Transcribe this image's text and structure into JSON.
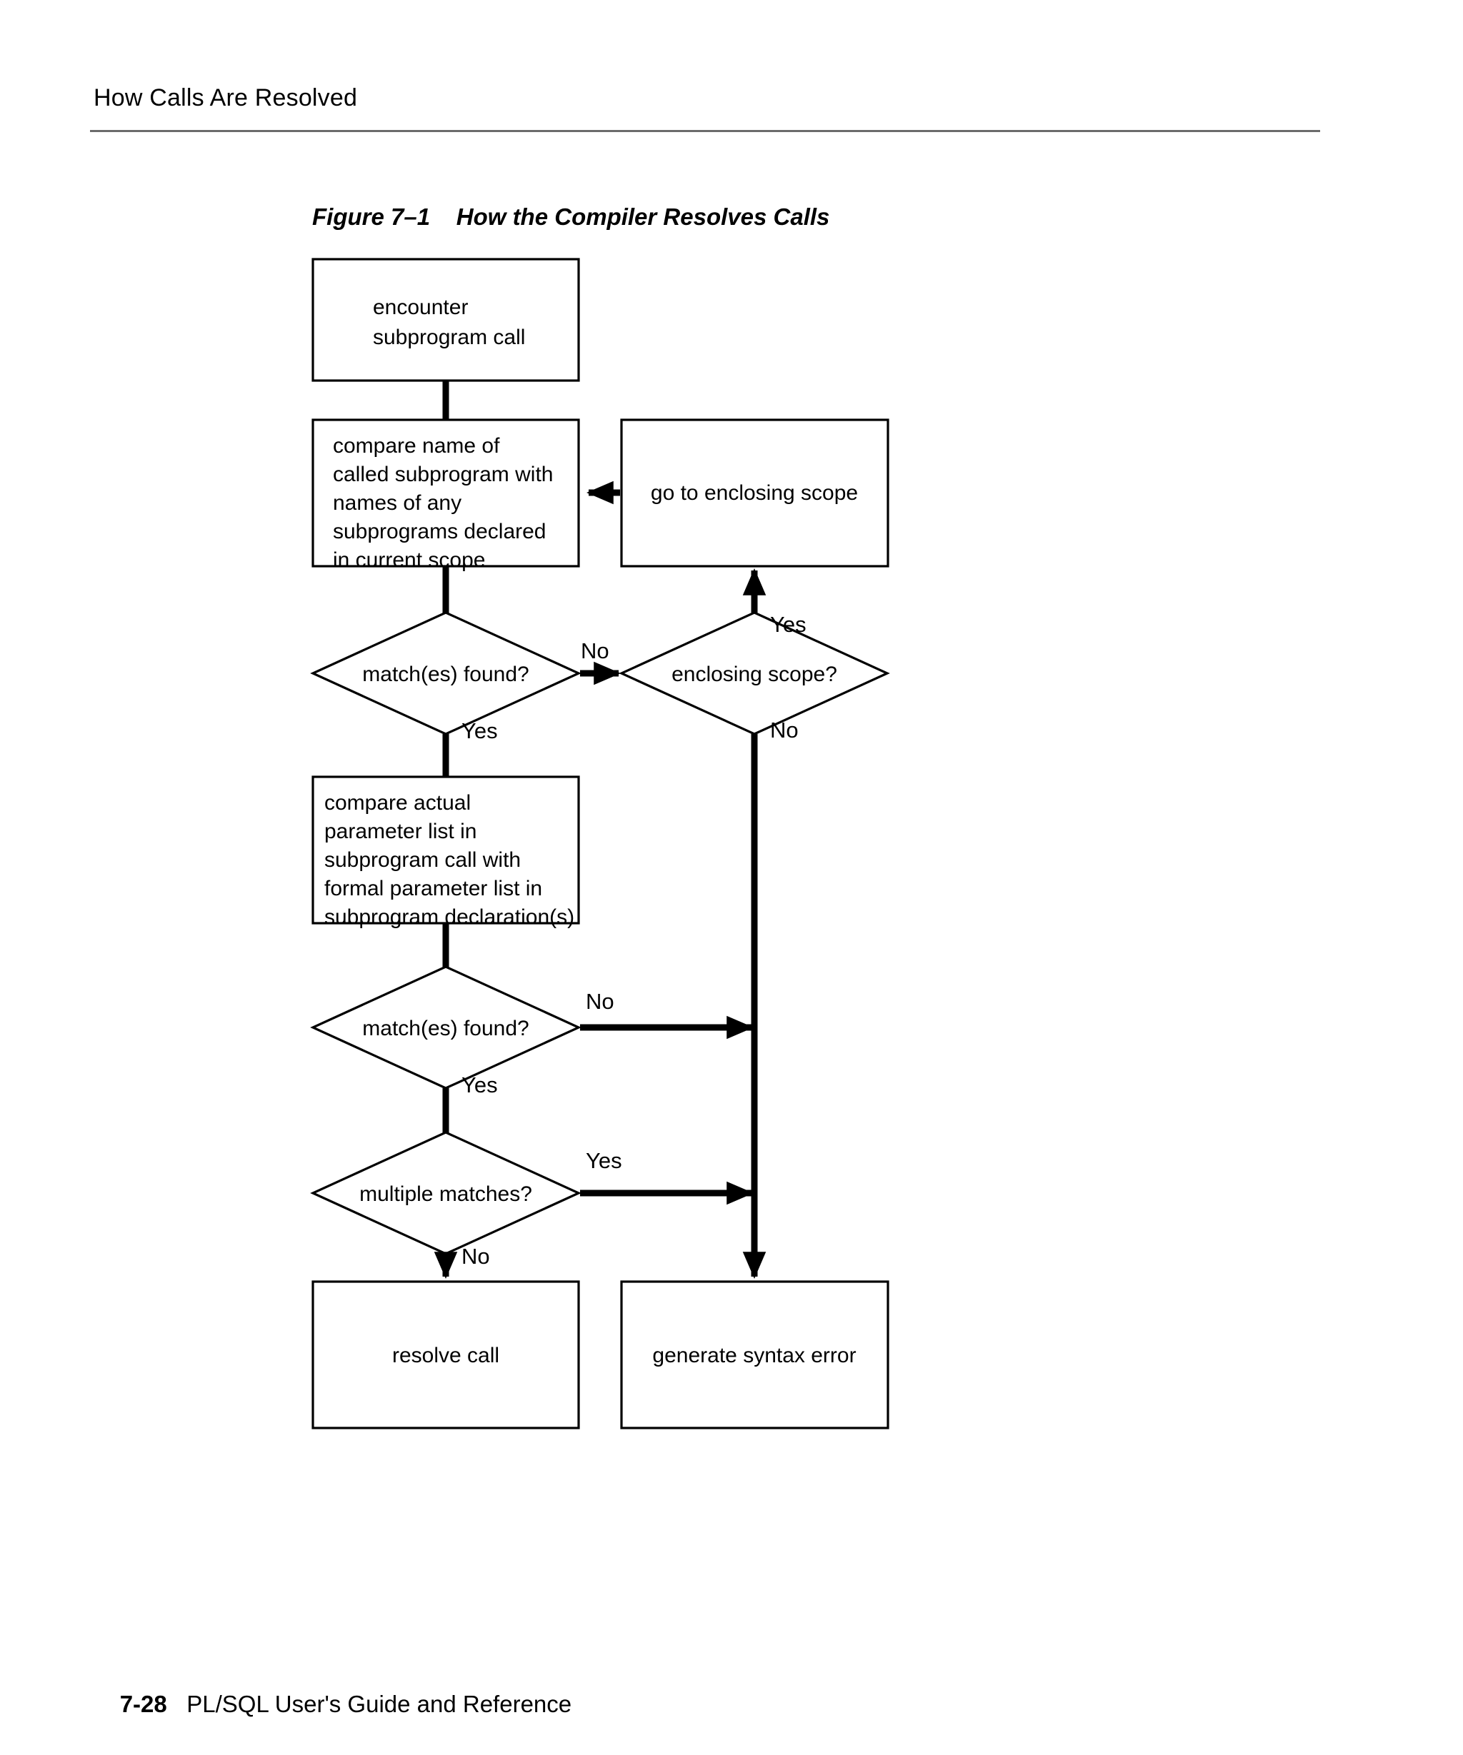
{
  "page": {
    "running_head": "How Calls Are Resolved",
    "footer_page_number": "7-28",
    "footer_title": "PL/SQL User's Guide and Reference"
  },
  "figure": {
    "label": "Figure 7–1",
    "title": "How the Compiler Resolves Calls",
    "caption_full": "Figure 7–1    How the Compiler Resolves Calls"
  },
  "flowchart": {
    "type": "flowchart",
    "nodes": [
      {
        "id": "encounter-call",
        "shape": "process",
        "lines": [
          "encounter",
          "subprogram call"
        ],
        "align": "left"
      },
      {
        "id": "compare-names",
        "shape": "process",
        "lines": [
          "compare name of",
          "called subprogram with",
          "names of any",
          "subprograms declared",
          "in current scope"
        ],
        "align": "left"
      },
      {
        "id": "go-to-enclosing-scope",
        "shape": "process",
        "lines": [
          "go to enclosing scope"
        ],
        "align": "center"
      },
      {
        "id": "matches-found-1",
        "shape": "decision",
        "lines": [
          "match(es) found?"
        ],
        "align": "center"
      },
      {
        "id": "enclosing-scope",
        "shape": "decision",
        "lines": [
          "enclosing scope?"
        ],
        "align": "center"
      },
      {
        "id": "compare-params",
        "shape": "process",
        "lines": [
          "compare actual",
          "parameter list in",
          "subprogram call with",
          "formal parameter list in",
          "subprogram declaration(s)"
        ],
        "align": "left"
      },
      {
        "id": "matches-found-2",
        "shape": "decision",
        "lines": [
          "match(es) found?"
        ],
        "align": "center"
      },
      {
        "id": "multiple-matches",
        "shape": "decision",
        "lines": [
          "multiple matches?"
        ],
        "align": "center"
      },
      {
        "id": "resolve-call",
        "shape": "process",
        "lines": [
          "resolve call"
        ],
        "align": "center"
      },
      {
        "id": "generate-syntax-error",
        "shape": "process",
        "lines": [
          "generate syntax error"
        ],
        "align": "center"
      }
    ],
    "edges": [
      {
        "id": "e1",
        "from": "encounter-call",
        "to": "compare-names",
        "label": ""
      },
      {
        "id": "e2",
        "from": "compare-names",
        "to": "matches-found-1",
        "label": ""
      },
      {
        "id": "e3",
        "from": "matches-found-1",
        "to": "enclosing-scope",
        "label": "No"
      },
      {
        "id": "e4",
        "from": "enclosing-scope",
        "to": "go-to-enclosing-scope",
        "label": "Yes"
      },
      {
        "id": "e5",
        "from": "go-to-enclosing-scope",
        "to": "compare-names",
        "label": ""
      },
      {
        "id": "e6",
        "from": "matches-found-1",
        "to": "compare-params",
        "label": "Yes"
      },
      {
        "id": "e7",
        "from": "compare-params",
        "to": "matches-found-2",
        "label": ""
      },
      {
        "id": "e8",
        "from": "matches-found-2",
        "to": "generate-syntax-error",
        "label": "No"
      },
      {
        "id": "e9",
        "from": "matches-found-2",
        "to": "multiple-matches",
        "label": "Yes"
      },
      {
        "id": "e10",
        "from": "multiple-matches",
        "to": "generate-syntax-error",
        "label": "Yes"
      },
      {
        "id": "e11",
        "from": "multiple-matches",
        "to": "resolve-call",
        "label": "No"
      },
      {
        "id": "e12",
        "from": "enclosing-scope",
        "to": "generate-syntax-error",
        "label": "No"
      }
    ],
    "edge_labels": {
      "no_1": "No",
      "yes_enclosing": "Yes",
      "yes_1": "Yes",
      "no_enclosing": "No",
      "no_2": "No",
      "yes_2": "Yes",
      "yes_3": "Yes",
      "no_3": "No"
    }
  },
  "colors": {
    "ink": "#000000",
    "paper": "#ffffff",
    "rule": "#6b6b6b"
  }
}
